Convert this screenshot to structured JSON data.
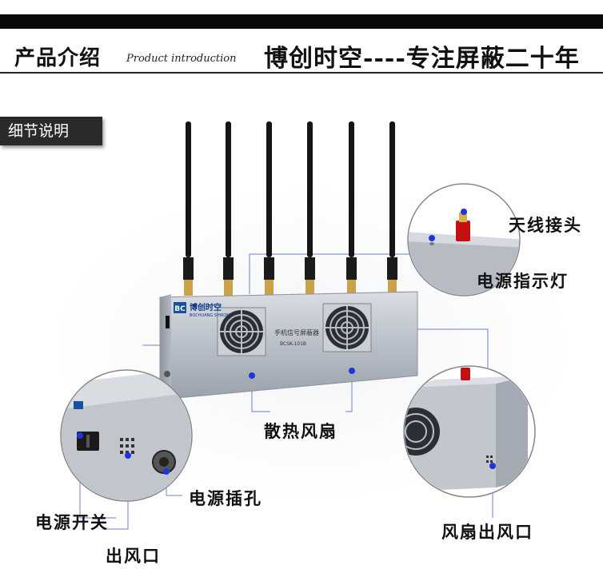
{
  "header": {
    "title": "产品介绍",
    "subtitle": "Product introduction",
    "slogan": "博创时空----专注屏蔽二十年"
  },
  "section_tag": "细节说明",
  "device": {
    "brand": "博创时空",
    "brand_en": "BOCHUANG SHIKONG",
    "product_name": "手机信号屏蔽器",
    "model": "BCSK-101B",
    "color": "#b9bfc8",
    "antenna_count": 6
  },
  "callouts": {
    "antenna_connector": "天线接头",
    "power_indicator": "电源指示灯",
    "cooling_fan": "散热风扇",
    "power_socket": "电源插孔",
    "power_switch": "电源开关",
    "air_outlet": "出风口",
    "fan_air_outlet": "风扇出风口"
  },
  "accent_color": "#1f35d8"
}
